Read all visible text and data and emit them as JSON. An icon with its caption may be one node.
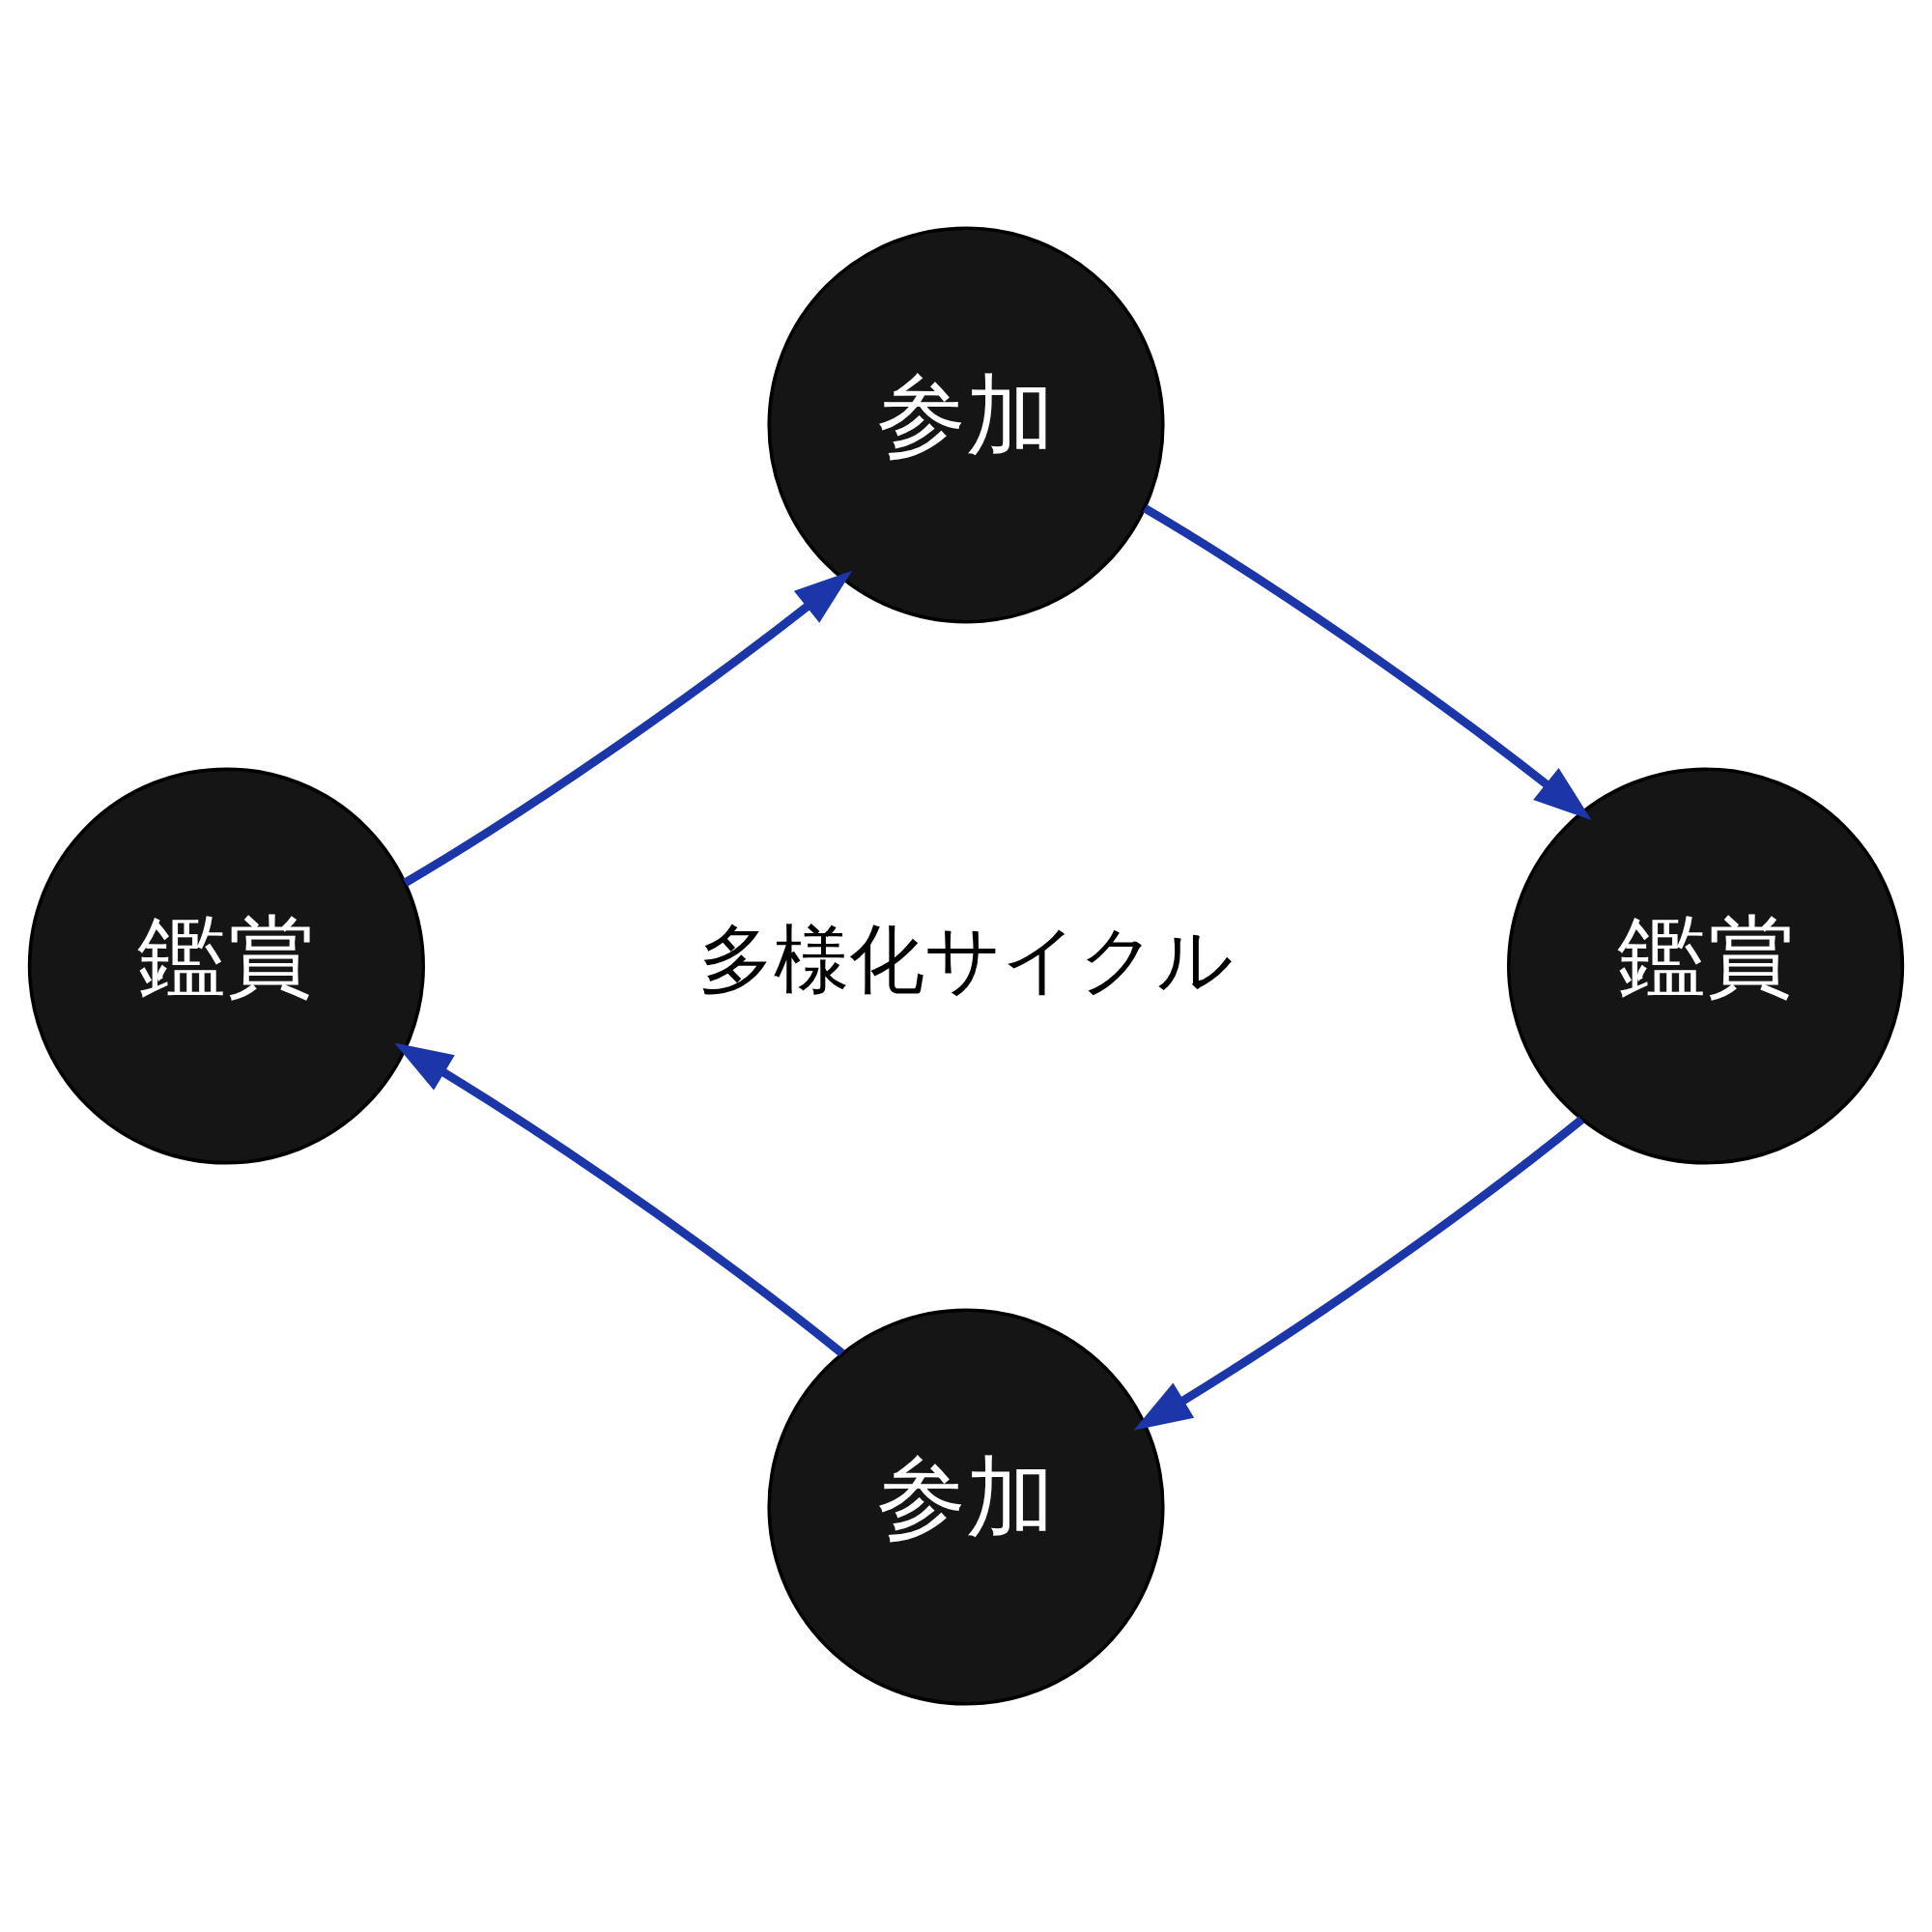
{
  "diagram": {
    "nodes": [
      {
        "text": [
          "参加"
        ]
      },
      {
        "text": [
          "鑑賞"
        ]
      },
      {
        "text": [
          "参加"
        ]
      },
      {
        "text": [
          "鑑賞"
        ]
      }
    ],
    "edges": [
      {
        "from": 0,
        "to": 1,
        "arrow": "to"
      },
      {
        "from": 1,
        "to": 2,
        "arrow": "to"
      },
      {
        "from": 2,
        "to": 3,
        "arrow": "to"
      },
      {
        "from": 3,
        "to": 0,
        "arrow": "to"
      }
    ],
    "labels": [
      "多様化サイクル"
    ]
  }
}
